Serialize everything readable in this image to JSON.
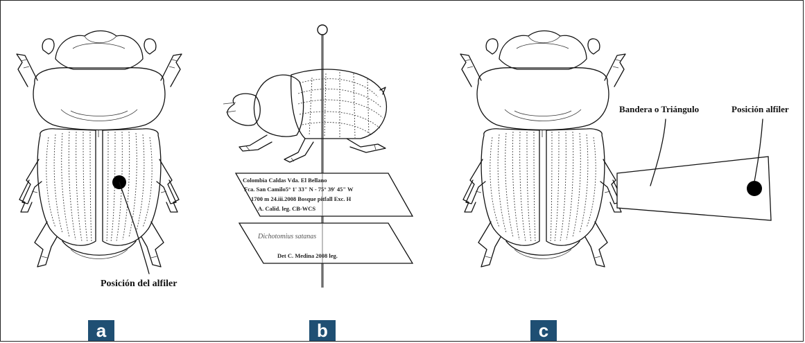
{
  "panels": {
    "a": {
      "letter": "a",
      "caption": "Posición del alfiler"
    },
    "b": {
      "letter": "b",
      "label1_lines": [
        "Colombia  Caldas    Vda. El Bellano",
        "Fca. San Camilo5° 1' 33\" N - 75° 39' 45\" W",
        "1700 m  24.iii.2008 Bosque pitfall Exc. H",
        "A. Calid. leg. CB-WCS"
      ],
      "label2_name": "Dichotomius satanas",
      "label2_det": "Det C. Medina 2008 leg."
    },
    "c": {
      "letter": "c",
      "flag_caption": "Bandera o Triángulo",
      "pin_caption": "Posición alfiler"
    }
  }
}
